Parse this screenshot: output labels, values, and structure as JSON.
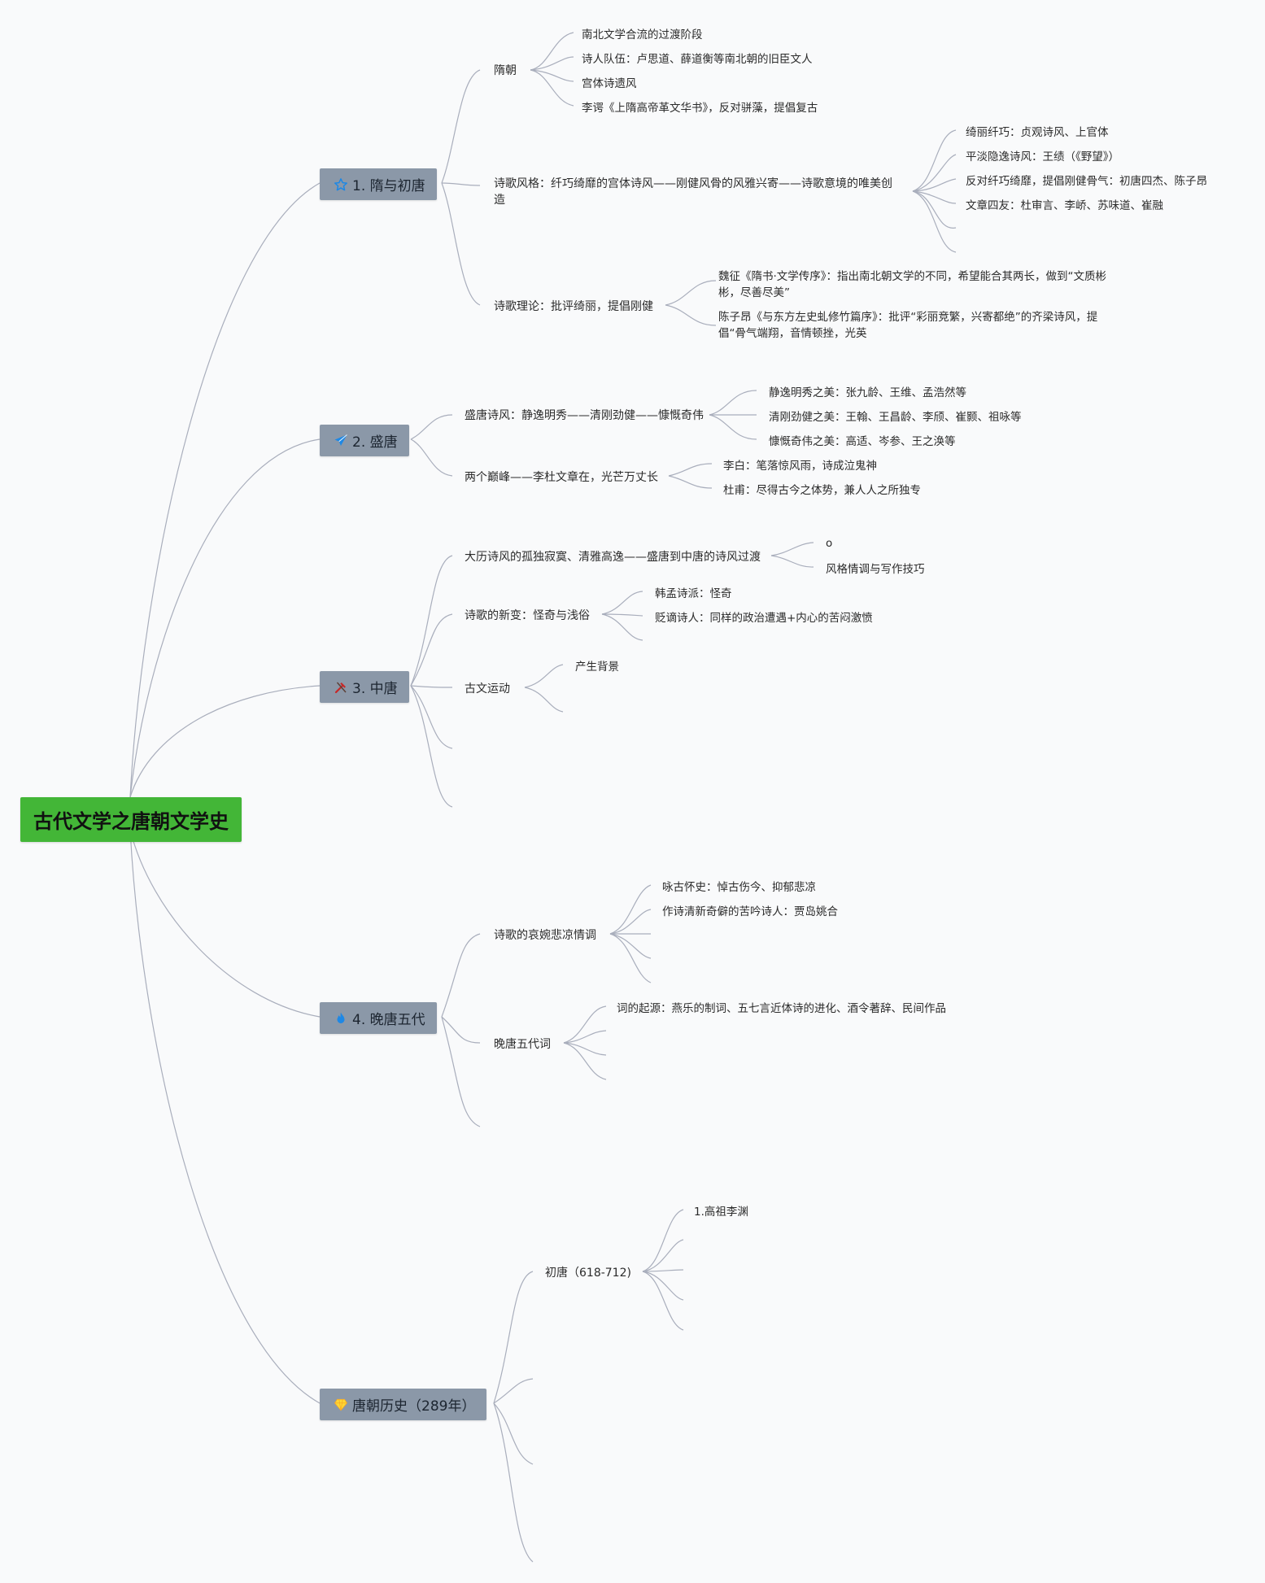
{
  "root": {
    "label": "古代文学之唐朝文学史"
  },
  "topics": [
    {
      "label": "1. 隋与初唐",
      "icon": "star-icon",
      "children": [
        {
          "label": "隋朝",
          "children": [
            "南北文学合流的过渡阶段",
            "诗人队伍：卢思道、薛道衡等南北朝的旧臣文人",
            "宫体诗遗风",
            "李谔《上隋高帝革文华书》，反对骈藻，提倡复古"
          ]
        },
        {
          "label": "诗歌风格：纤巧绮靡的宫体诗风——刚健风骨的风雅兴寄——诗歌意境的唯美创造",
          "children": [
            "绮丽纤巧：贞观诗风、上官体",
            "平淡隐逸诗风：王绩（《野望》）",
            "反对纤巧绮靡，提倡刚健骨气：初唐四杰、陈子昂",
            "文章四友：杜审言、李峤、苏味道、崔融"
          ]
        },
        {
          "label": "诗歌理论：批评绮丽，提倡刚健",
          "children": [
            "魏征《隋书·文学传序》：指出南北朝文学的不同，希望能合其两长，做到“文质彬彬，尽善尽美”",
            "陈子昂《与东方左史虬修竹篇序》：批评“彩丽竞繁，兴寄都绝”的齐梁诗风，提倡“骨气端翔，音情顿挫，光英"
          ]
        }
      ]
    },
    {
      "label": "2. 盛唐",
      "icon": "paper-plane-icon",
      "children": [
        {
          "label": "盛唐诗风：静逸明秀——清刚劲健——慷慨奇伟",
          "children": [
            "静逸明秀之美：张九龄、王维、孟浩然等",
            "清刚劲健之美：王翰、王昌龄、李颀、崔颢、祖咏等",
            "慷慨奇伟之美：高适、岑参、王之涣等"
          ]
        },
        {
          "label": "两个巅峰——李杜文章在，光芒万丈长",
          "children": [
            "李白：笔落惊风雨，诗成泣鬼神",
            "杜甫：尽得古今之体势，兼人人之所独专"
          ]
        }
      ]
    },
    {
      "label": "3. 中唐",
      "icon": "tools-icon",
      "children": [
        {
          "label": "大历诗风的孤独寂寞、清雅高逸——盛唐到中唐的诗风过渡",
          "children": [
            "o",
            "风格情调与写作技巧"
          ]
        },
        {
          "label": "诗歌的新变：怪奇与浅俗",
          "children": [
            "韩孟诗派：怪奇",
            "贬谪诗人：同样的政治遭遇+内心的苦闷激愤"
          ]
        },
        {
          "label": "古文运动",
          "children": [
            "产生背景"
          ]
        }
      ]
    },
    {
      "label": "4. 晚唐五代",
      "icon": "flame-icon",
      "children": [
        {
          "label": "诗歌的哀婉悲凉情调",
          "children": [
            "咏古怀史：悼古伤今、抑郁悲凉",
            "作诗清新奇僻的苦吟诗人：贾岛姚合"
          ]
        },
        {
          "label": "晚唐五代词",
          "children": [
            "词的起源：燕乐的制词、五七言近体诗的进化、酒令著辞、民间作品"
          ]
        }
      ]
    },
    {
      "label": "唐朝历史（289年）",
      "icon": "diamond-icon",
      "children": [
        {
          "label": "初唐（618-712)",
          "children": [
            "1.高祖李渊"
          ]
        }
      ]
    }
  ],
  "colors": {
    "root_fill": "#43b637",
    "topic_fill": "#8b98a8",
    "connector": "#a9aebc",
    "background": "#f9fafb"
  }
}
